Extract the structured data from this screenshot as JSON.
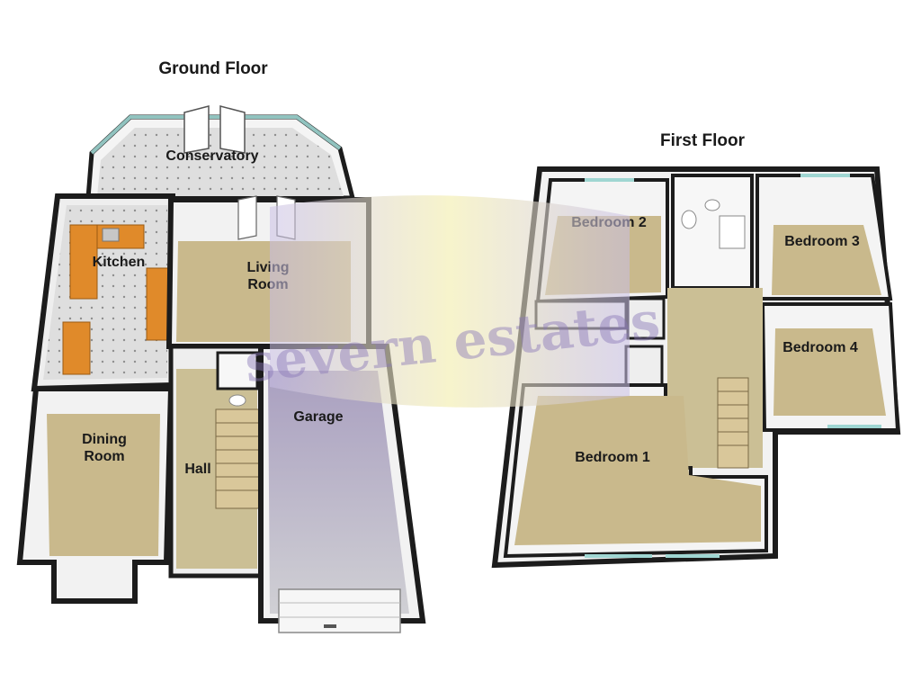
{
  "floors": {
    "ground": {
      "title": "Ground Floor",
      "rooms": {
        "conservatory": "Conservatory",
        "kitchen": "Kitchen",
        "living_l1": "Living",
        "living_l2": "Room",
        "garage": "Garage",
        "dining_l1": "Dining",
        "dining_l2": "Room",
        "hall": "Hall"
      }
    },
    "first": {
      "title": "First Floor",
      "rooms": {
        "bedroom1": "Bedroom 1",
        "bedroom2": "Bedroom 2",
        "bedroom3": "Bedroom 3",
        "bedroom4": "Bedroom 4"
      }
    }
  },
  "watermark": {
    "text": "severn estates"
  },
  "colors": {
    "wall": "#1c1c1c",
    "wall_inner": "#f2f2f2",
    "carpet": "#c9b98c",
    "hall_floor": "#cbbf95",
    "tile": "#dcdcdc",
    "garage_floor": "#b5b0c2",
    "worktop": "#e08a2a",
    "glass": "#9fd6d2",
    "watermark_band_purple": "#c9bfe6",
    "watermark_band_yellow": "#f3eeb0"
  }
}
